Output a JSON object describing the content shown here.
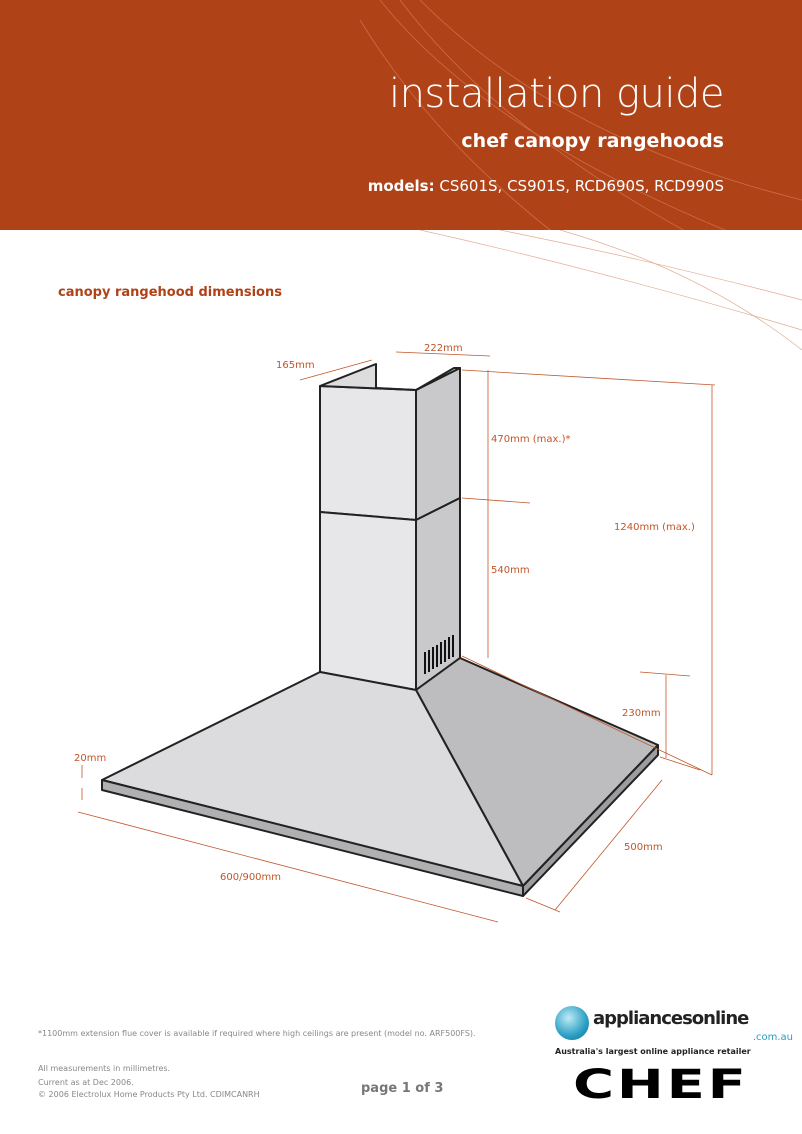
{
  "header": {
    "title": "installation guide",
    "subtitle": "chef canopy rangehoods",
    "models_label": "models:",
    "models": "CS601S, CS901S, RCD690S, RCD990S"
  },
  "section_title": "canopy rangehood dimensions",
  "dimensions": {
    "d165": "165mm",
    "d222": "222mm",
    "d470": "470mm (max.)*",
    "d540": "540mm",
    "d1240": "1240mm (max.)",
    "d230": "230mm",
    "d20": "20mm",
    "d500": "500mm",
    "d600": "600/900mm"
  },
  "footer": {
    "note": "*1100mm extension flue cover is available if required where high ceilings are present (model no. ARF500FS).",
    "measurements": "All measurements in millimetres.",
    "current": "Current as at Dec 2006.",
    "copyright": "© 2006 Electrolux Home Products Pty Ltd. CDIMCANRH",
    "page": "page 1 of 3"
  },
  "logo": {
    "brand": "appliancesonline",
    "domain": ".com.au",
    "tagline": "Australia's largest online appliance retailer",
    "chef": "CHEF"
  },
  "colors": {
    "brand": "#B04218",
    "dimension": "#C0562A"
  }
}
